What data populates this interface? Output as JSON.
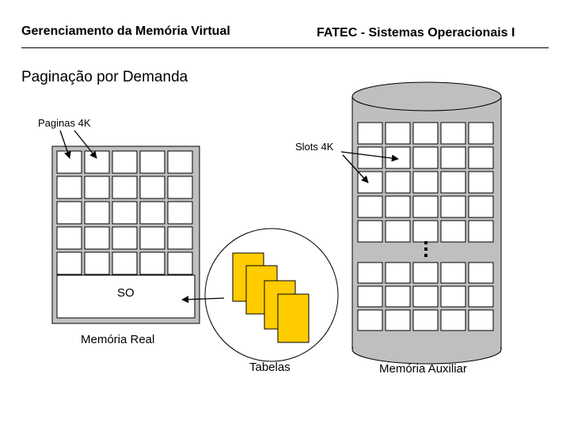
{
  "header": {
    "left_title": "Gerenciamento da Memória Virtual",
    "right_title": "FATEC - Sistemas Operacionais I"
  },
  "slide": {
    "title": "Paginação por Demanda"
  },
  "labels": {
    "pages": "Paginas 4K",
    "slots": "Slots 4K",
    "os": "SO",
    "real_memory": "Memória Real",
    "tables": "Tabelas",
    "aux_memory": "Memória Auxiliar"
  },
  "colors": {
    "page_table_fill": "#ffcc00",
    "cylinder_fill": "#bfbfbf",
    "frame_fill": "#c0c0c0"
  }
}
